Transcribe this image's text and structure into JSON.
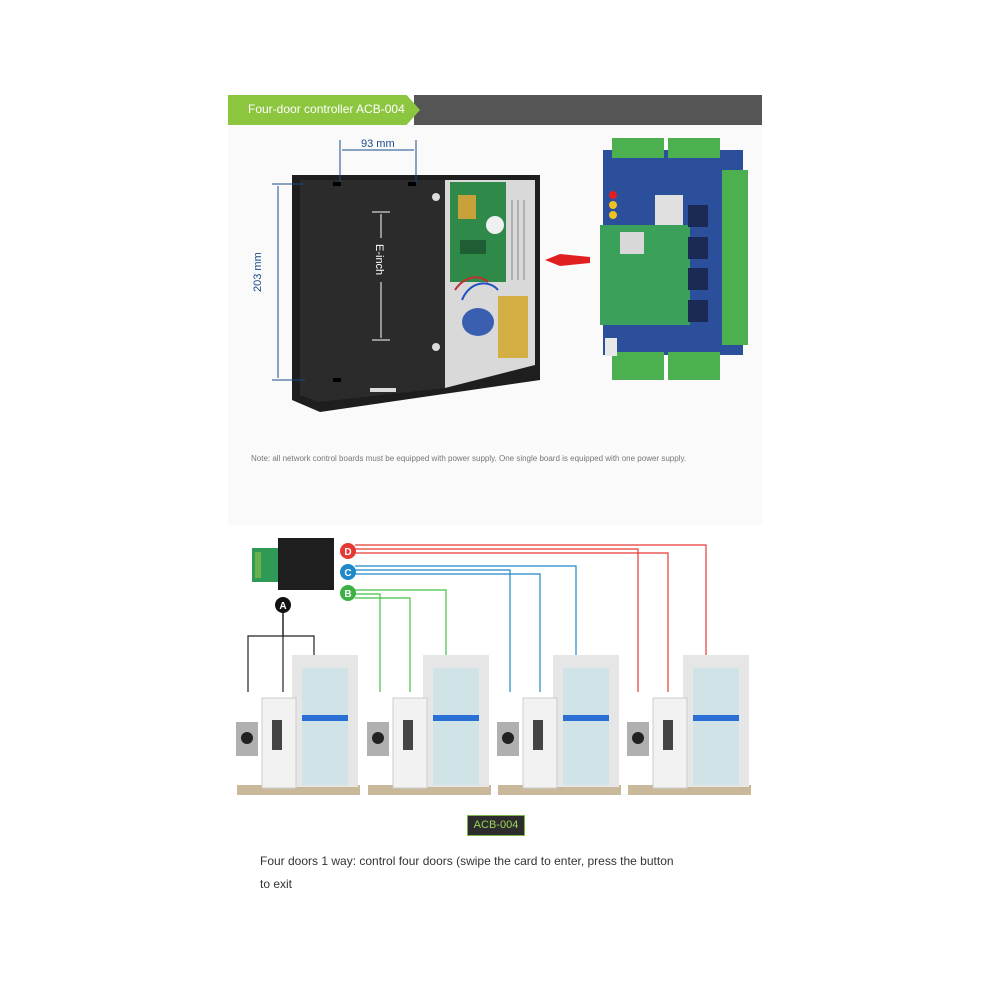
{
  "header": {
    "title": "Four-door controller ACB-004"
  },
  "dimensions": {
    "width": "93 mm",
    "height": "203 mm",
    "inner": "E-inch"
  },
  "note": "Note: all network control boards must be equipped with power supply. One single board is equipped with one power supply.",
  "wiring": {
    "labels": [
      "A",
      "B",
      "C",
      "D"
    ]
  },
  "model_tag": "ACB-004",
  "caption": "Four doors 1 way: control four doors (swipe the card to enter, press the button to exit",
  "colors": {
    "green": "#8cc63f",
    "header_dark": "#555555",
    "line_d": "#e53935",
    "line_c": "#1e88c8",
    "line_b": "#43c043",
    "line_a": "#222222"
  }
}
